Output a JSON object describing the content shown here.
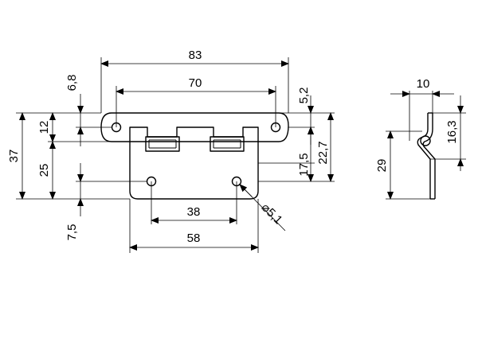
{
  "drawing": {
    "dims": {
      "w83": "83",
      "w70": "70",
      "w38": "38",
      "w58": "58",
      "side10": "10",
      "h6_8": "6,8",
      "h12": "12",
      "h37": "37",
      "h25": "25",
      "h7_5": "7,5",
      "h5_2": "5,2",
      "h17_5": "17,5",
      "h22_7": "22,7",
      "side16_3": "16,3",
      "side29": "29",
      "hole": "⌀5,1"
    }
  }
}
